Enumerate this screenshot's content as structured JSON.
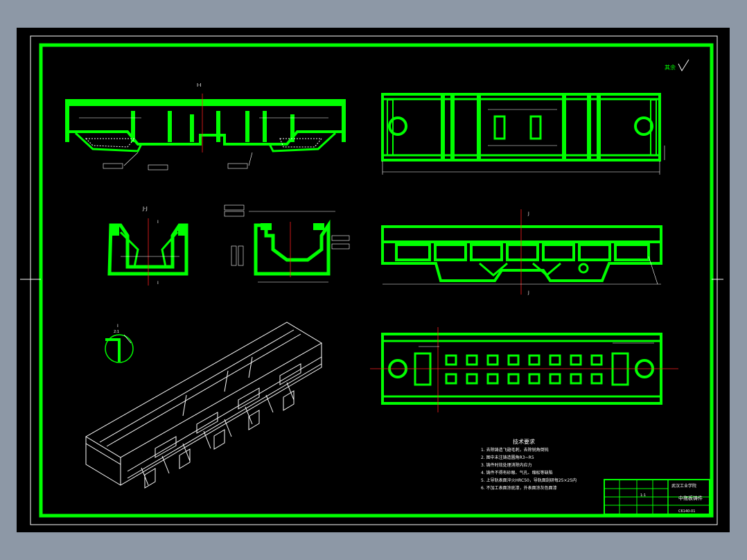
{
  "sheet": {
    "section_ii": "I-I",
    "section_jj": "J-J",
    "marker_i": "I",
    "marker_j": "J",
    "roughness_note": "其余",
    "detail_label": "I",
    "detail_scale": "2:1"
  },
  "notes": {
    "title": "技术要求",
    "items": [
      "1. 去除铸造飞翅毛刺，去除锐角倒钝",
      "2. 图中未注铸造圆角R3~R5",
      "3. 铸件时效处理消除内应力",
      "4. 铸件不得有砂眼、气孔、缩松等缺陷",
      "5. 上导轨表面淬火HRC50，导轨面刮研每25×25内",
      "6. 不加工表面涂底漆，外表面涂灰色面漆"
    ]
  },
  "title_block": {
    "school": "武汉工业学院",
    "drawing_name": "中拖板铸件",
    "scale_label": "1:1",
    "drawing_no": "C6140-01"
  },
  "colors": {
    "frame": "#00ff00",
    "dimension": "#ffffff",
    "centerline": "#ff2020",
    "background": "#000000"
  }
}
